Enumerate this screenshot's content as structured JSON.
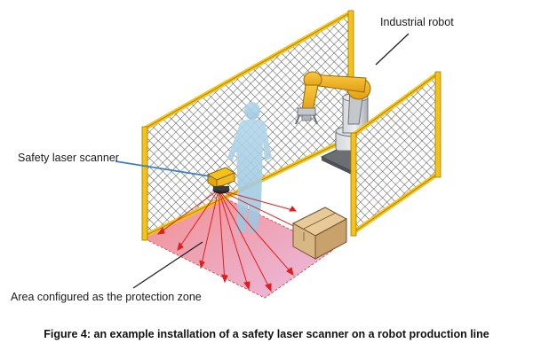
{
  "labels": {
    "industrial_robot": "Industrial robot",
    "scanner": "Safety laser scanner",
    "zone": "Area configured as the protection zone"
  },
  "caption": "Figure 4: an example installation of a safety laser scanner on a robot production line",
  "colors": {
    "fence_frame": "#f5c21a",
    "fence_outline": "#a07a00",
    "mesh": "#4a4a4a",
    "robot_arm": "#f0b323",
    "robot_base": "#b8bcc2",
    "person": "#a9d0e6",
    "zone_inner": "#f28a8a",
    "zone_outer": "#e9a9d8",
    "beam": "#e01e1e",
    "box": "#d9b784",
    "leader_scanner": "#3b7fc6",
    "leader_dark": "#222222"
  },
  "icons": {
    "scanner": "safety-laser-scanner-icon",
    "robot": "industrial-robot-icon",
    "box": "cardboard-box-icon",
    "person": "person-silhouette-icon"
  }
}
